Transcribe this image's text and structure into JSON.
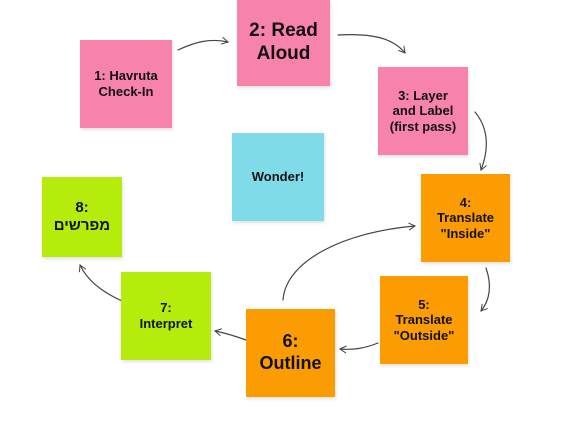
{
  "notes": {
    "havruta": "1: Havruta\nCheck-In",
    "read_aloud": "2: Read\nAloud",
    "layer_label": "3: Layer\nand Label\n(first pass)",
    "translate_inside": "4:\nTranslate\n\"Inside\"",
    "translate_outside": "5:\nTranslate\n\"Outside\"",
    "outline": "6:\nOutline",
    "interpret": "7:\nInterpret",
    "meforshim": "8:\nמפרשים",
    "wonder": "Wonder!"
  },
  "colors": {
    "pink": "#f783ac",
    "cyan": "#80dbe8",
    "orange": "#fb9c02",
    "green": "#b6ec0b",
    "arrow": "#444444"
  }
}
